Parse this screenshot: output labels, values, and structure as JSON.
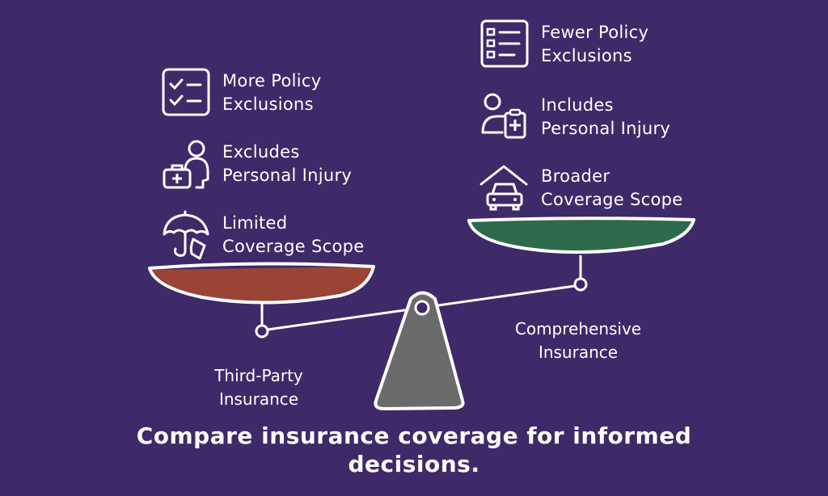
{
  "left": {
    "name": "Third-Party Insurance",
    "name_lines": [
      "Third-Party",
      "Insurance"
    ],
    "pan_color": "#9a4436",
    "items": [
      {
        "icon": "checklist-icon",
        "lines": [
          "More Policy",
          "Exclusions"
        ]
      },
      {
        "icon": "person-medkit-icon",
        "lines": [
          "Excludes",
          "Personal Injury"
        ]
      },
      {
        "icon": "umbrella-icon",
        "lines": [
          "Limited",
          "Coverage Scope"
        ]
      }
    ]
  },
  "right": {
    "name": "Comprehensive Insurance",
    "name_lines": [
      "Comprehensive",
      "Insurance"
    ],
    "pan_color": "#2e6a4c",
    "items": [
      {
        "icon": "list-icon",
        "lines": [
          "Fewer Policy",
          "Exclusions"
        ]
      },
      {
        "icon": "person-clipboard-icon",
        "lines": [
          "Includes",
          "Personal Injury"
        ]
      },
      {
        "icon": "car-garage-icon",
        "lines": [
          "Broader",
          "Coverage Scope"
        ]
      }
    ]
  },
  "fulcrum_color": "#6b6b6b",
  "background": "#3e2a68",
  "caption_lines": [
    "Compare insurance coverage for informed",
    "decisions."
  ]
}
